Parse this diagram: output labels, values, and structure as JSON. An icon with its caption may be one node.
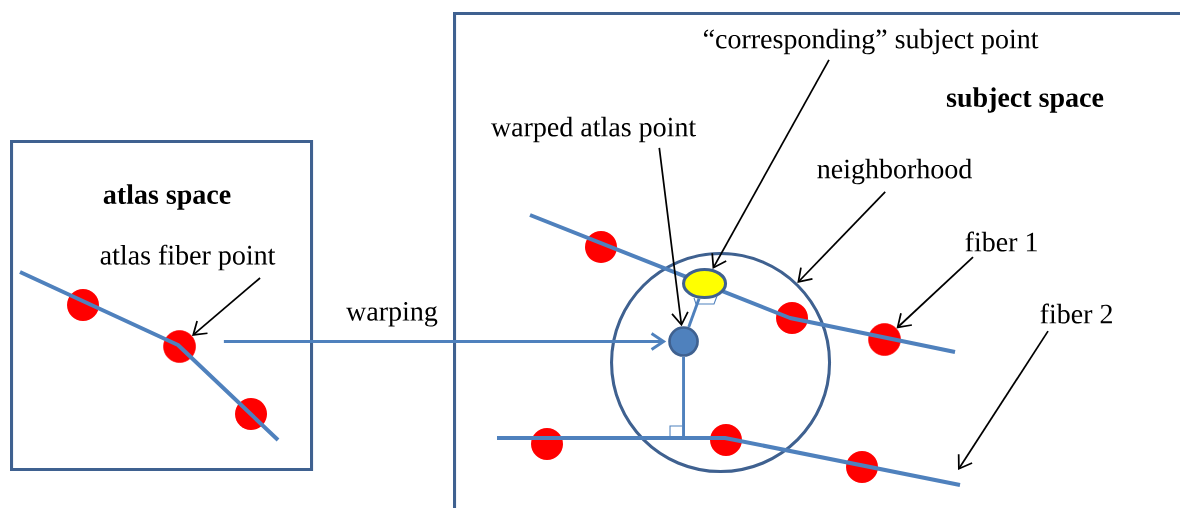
{
  "diagram": {
    "nodes": [
      {
        "text": [
          "atlas space"
        ]
      },
      {
        "text": [
          "subject space"
        ]
      },
      {
        "text": [
          "“corresponding” subject point"
        ],
        "in": 1
      },
      {
        "text": [
          "warped atlas point"
        ],
        "in": 1
      },
      {
        "text": [
          "neighborhood"
        ],
        "in": 1
      },
      {
        "text": [],
        "shape": "circle",
        "in": 1
      },
      {
        "text": [],
        "shape": "ellipse",
        "in": 5
      },
      {
        "text": [
          "fiber 1"
        ],
        "in": 1
      },
      {
        "text": [],
        "shape": "circle",
        "in": 1
      },
      {
        "text": [
          "atlas fiber point"
        ],
        "in": 0
      },
      {
        "text": [],
        "shape": "circle",
        "in": 0
      },
      {
        "text": [],
        "shape": "circle",
        "in": 5
      },
      {
        "text": [
          "fiber 2"
        ],
        "in": 1
      }
    ],
    "edges": [
      {
        "from": 2,
        "to": 6,
        "arrow": "to"
      },
      {
        "from": 3,
        "to": 11,
        "arrow": "to"
      },
      {
        "from": 4,
        "to": 5,
        "arrow": "to"
      },
      {
        "from": 7,
        "to": 8,
        "arrow": "to"
      },
      {
        "from": 9,
        "to": 10,
        "arrow": "to"
      },
      {
        "from": 10,
        "to": 11,
        "arrow": "to",
        "label": "warping",
        "color": "#4f81bd"
      },
      {
        "from": 11,
        "to": 6,
        "arrow": "none",
        "color": "#4f81bd"
      },
      {
        "from": 11,
        "to": null,
        "arrow": "none",
        "color": "#4f81bd"
      },
      {
        "from": 12,
        "to": null,
        "arrow": "to"
      }
    ]
  }
}
